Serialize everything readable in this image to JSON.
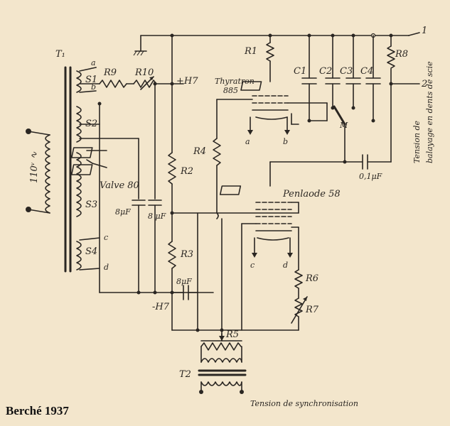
{
  "labels": {
    "t1": "T₁",
    "a_top": "a",
    "b_top": "b",
    "s1": "S1",
    "s2": "S2",
    "s3": "S3",
    "s4": "S4",
    "c_left": "c",
    "d_left": "d",
    "mains": "110ᵛ ∿",
    "r9": "R9",
    "r10": "R10",
    "plus_ht": "+H7",
    "r1": "R1",
    "thyratron_1": "Thyratron",
    "thyratron_2": "885",
    "r2": "R2",
    "r3": "R3",
    "r4": "R4",
    "r5": "R5",
    "r6": "R6",
    "r7": "R7",
    "r8": "R8",
    "c1": "C1",
    "c2": "C2",
    "c3": "C3",
    "c4": "C4",
    "m": "M",
    "valve": "Valve 80",
    "pentode": "Penlaode 58",
    "cap8_a": "8μF",
    "cap8_b": "8 μF",
    "cap8_c": "8μF",
    "cap01": "0,1μF",
    "minus_ht": "-H7",
    "t2": "T2",
    "sync": "Tension de synchronisation",
    "a_mid": "a",
    "b_mid": "b",
    "c_mid": "c",
    "d_mid": "d",
    "out1": "1",
    "out2": "2",
    "sweep_1": "Tension de",
    "sweep_2": "balayage en dents de scie",
    "credit": "Berché 1937"
  }
}
